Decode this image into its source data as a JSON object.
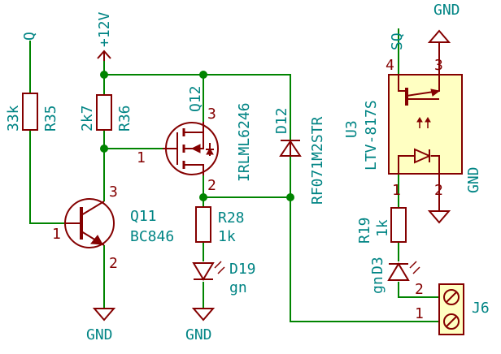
{
  "nets": {
    "q": "Q",
    "vcc": "+12V",
    "gnd": "GND",
    "sq": "SQ"
  },
  "components": {
    "r35": {
      "ref": "R35",
      "value": "33k"
    },
    "r36": {
      "ref": "R36",
      "value": "2k7"
    },
    "q11": {
      "ref": "Q11",
      "value": "BC846",
      "pins": [
        "1",
        "2",
        "3"
      ]
    },
    "q12": {
      "ref": "Q12",
      "value": "IRLML6246",
      "pins": [
        "1",
        "2",
        "3"
      ]
    },
    "d12": {
      "ref": "D12",
      "value": "RF071M2STR"
    },
    "r28": {
      "ref": "R28",
      "value": "1k"
    },
    "d19": {
      "ref": "D19",
      "value": "gn"
    },
    "u3": {
      "ref": "U3",
      "value": "LTV-817S",
      "pins": [
        "1",
        "2",
        "3",
        "4"
      ]
    },
    "r19": {
      "ref": "R19",
      "value": "1k"
    },
    "d3": {
      "ref": "D3",
      "value": "gn"
    },
    "j6": {
      "ref": "J6",
      "pins": [
        "1",
        "2"
      ]
    }
  },
  "colors": {
    "wire": "#008400",
    "component": "#840000",
    "text": "#008484",
    "ic_body": "#ffffc2"
  }
}
